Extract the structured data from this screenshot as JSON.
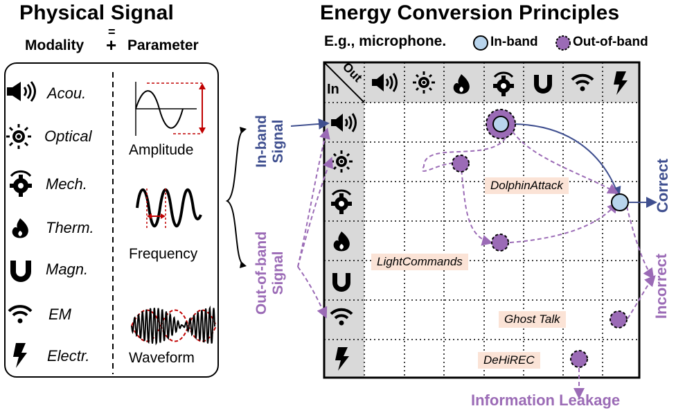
{
  "left": {
    "title": "Physical Signal",
    "equals": "=",
    "formula": {
      "modality": "Modality",
      "plus": "+",
      "parameter": "Parameter"
    },
    "modalities": [
      {
        "icon": "speaker-icon",
        "label": "Acou."
      },
      {
        "icon": "sun-icon",
        "label": "Optical"
      },
      {
        "icon": "gear-icon",
        "label": "Mech."
      },
      {
        "icon": "flame-icon",
        "label": "Therm."
      },
      {
        "icon": "magnet-icon",
        "label": "Magn."
      },
      {
        "icon": "wifi-icon",
        "label": "EM"
      },
      {
        "icon": "lightning-icon",
        "label": "Electr."
      }
    ],
    "parameters": [
      "Amplitude",
      "Frequency",
      "Waveform"
    ]
  },
  "right": {
    "title": "Energy Conversion Principles",
    "example": "E.g., microphone.",
    "legend": {
      "in_band": "In-band",
      "out_of_band": "Out-of-band"
    },
    "grid_corner": {
      "out": "Out",
      "in": "In"
    },
    "columns": [
      "speaker-icon",
      "sun-icon",
      "flame-icon",
      "gear-icon",
      "magnet-icon",
      "wifi-icon",
      "lightning-icon"
    ],
    "rows": [
      "speaker-icon",
      "sun-icon",
      "gear-icon",
      "flame-icon",
      "magnet-icon",
      "wifi-icon",
      "lightning-icon"
    ],
    "in_band_signal": "In-band\nSignal",
    "in_band_line1": "In-band",
    "in_band_line2": "Signal",
    "out_band_line1": "Out-of-band",
    "out_band_line2": "Signal",
    "attacks": [
      "DolphinAttack",
      "LightCommands",
      "Ghost Talk",
      "DeHiREC"
    ],
    "outcomes": {
      "correct": "Correct",
      "incorrect": "Incorrect"
    },
    "leakage": "Information Leakage"
  },
  "colors": {
    "in_band": "#b8d4ec",
    "out_band": "#9b6bb6",
    "blue": "#3f4f8f",
    "attack_bg": "#fbe3d6",
    "header_bg": "#d9d9d9"
  }
}
